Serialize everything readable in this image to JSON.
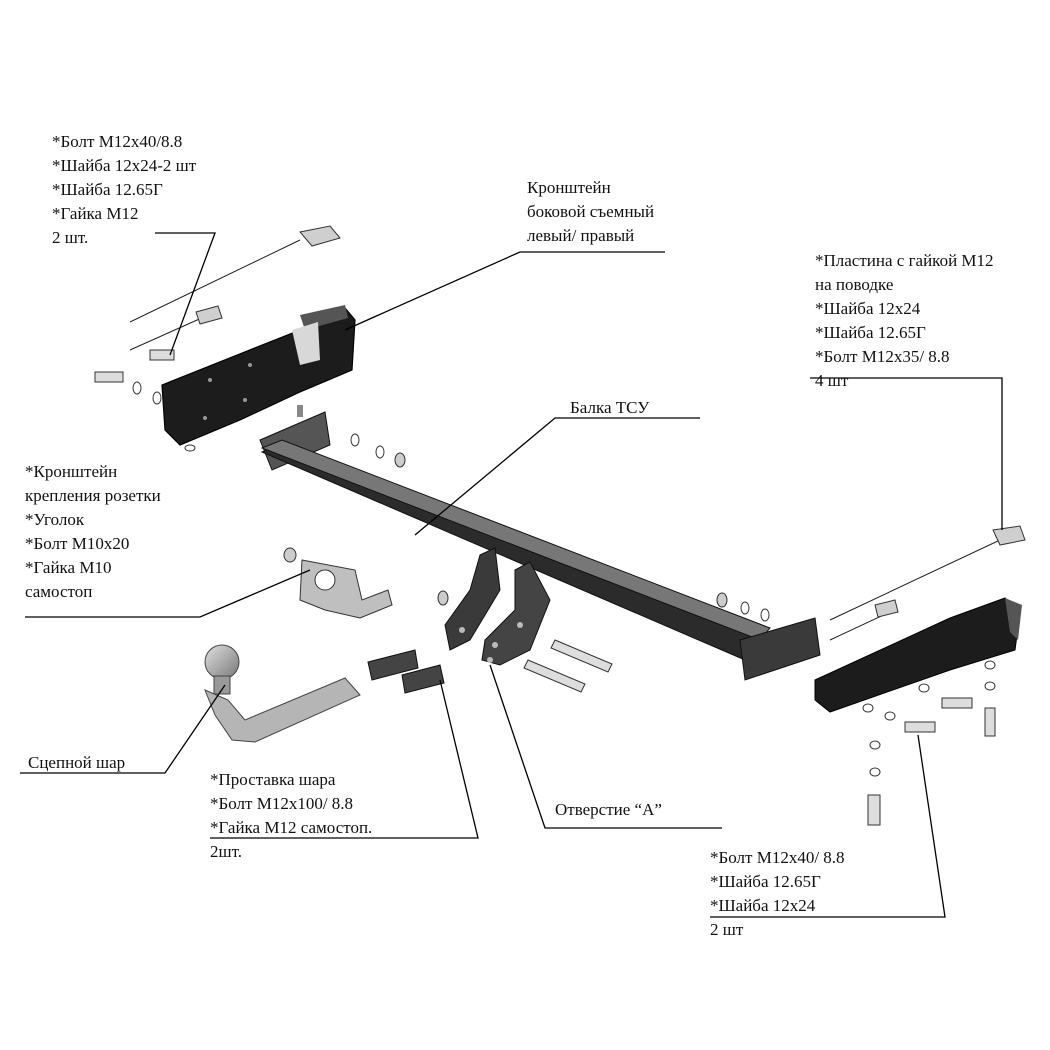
{
  "labels": {
    "bracket_bolts": [
      "*Болт М12х40/8.8",
      "*Шайба 12х24-2 шт",
      "*Шайба 12.65Г",
      "*Гайка М12",
      "2 шт."
    ],
    "side_bracket": [
      "Кронштейн",
      "боковой съемный",
      "левый/ правый"
    ],
    "plate_nut": [
      "*Пластина с гайкой М12",
      "на поводке",
      "*Шайба 12х24",
      "*Шайба 12.65Г",
      "*Болт М12х35/ 8.8",
      "4 шт"
    ],
    "beam": [
      "Балка ТСУ"
    ],
    "socket_bracket": [
      "*Кронштейн",
      "крепления розетки",
      "*Уголок",
      "*Болт М10х20",
      "*Гайка М10",
      "самостоп"
    ],
    "ball": [
      "Сцепной шар"
    ],
    "ball_spacer": [
      "*Проставка шара",
      "*Болт М12х100/ 8.8",
      "*Гайка М12 самостоп.",
      "2шт."
    ],
    "hole_a": [
      "Отверстие “А”"
    ],
    "right_bolts": [
      "*Болт М12х40/ 8.8",
      "*Шайба 12.65Г",
      "*Шайба 12х24",
      "2 шт"
    ]
  }
}
